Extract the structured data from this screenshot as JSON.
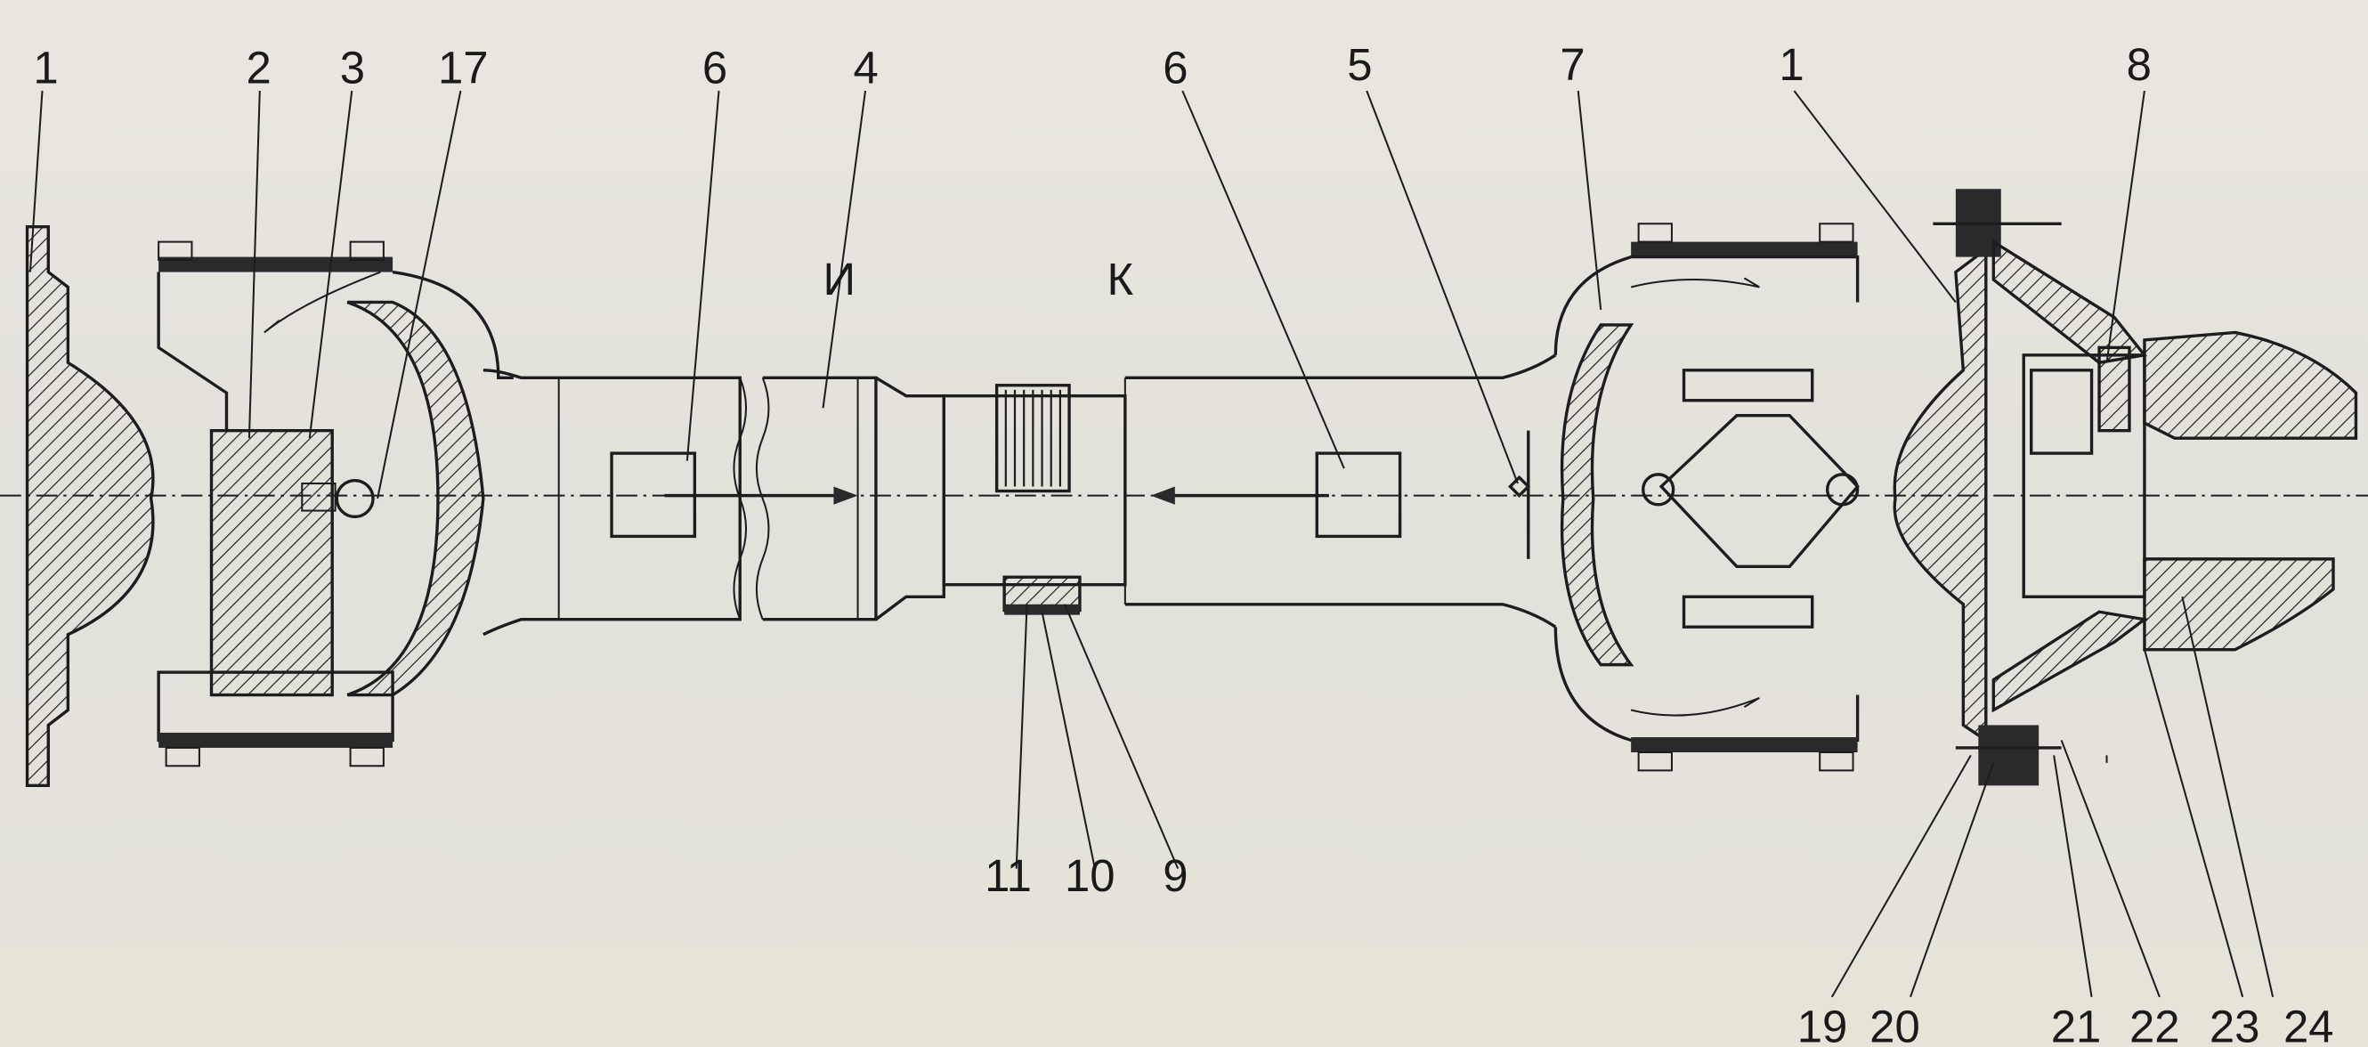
{
  "figure": {
    "top_labels": [
      "1",
      "2",
      "3",
      "17",
      "6",
      "4",
      "6",
      "5",
      "7",
      "1",
      "8"
    ],
    "flow_labels": [
      "И",
      "К"
    ],
    "bottom_labels": [
      "11",
      "10",
      "9",
      "19",
      "20",
      "21",
      "22",
      "23",
      "24"
    ]
  }
}
